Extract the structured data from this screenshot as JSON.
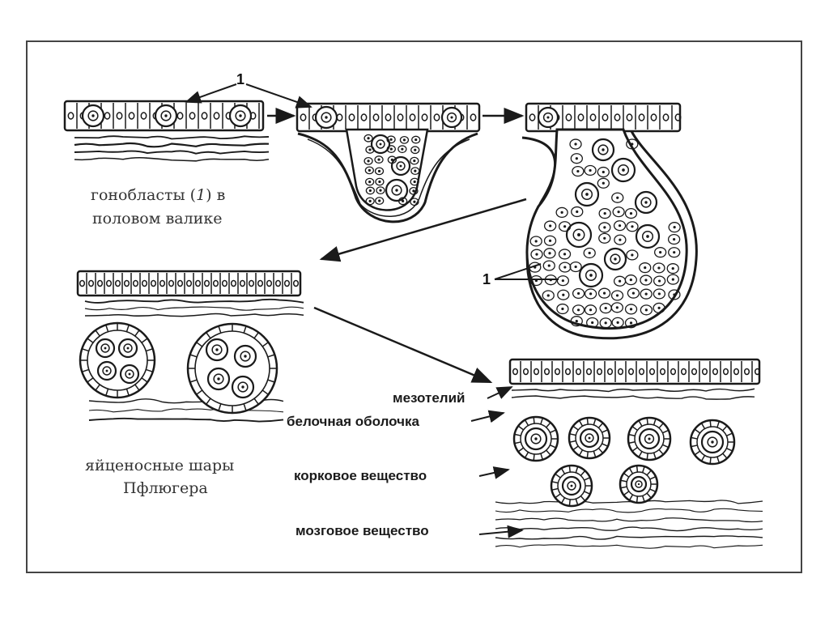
{
  "labels": {
    "marker_number": "1",
    "gonoblasts_line1_prefix": "гонобласты (",
    "gonoblasts_line1_italic": "1",
    "gonoblasts_line1_suffix": ") в",
    "gonoblasts_line2": "половом валике",
    "pfluger_line1": "яйценосные шары",
    "pfluger_line2": "Пфлюгера",
    "mesothelium": "мезотелий",
    "tunica_albuginea": "белочная оболочка",
    "cortex": "корковое вещество",
    "medulla": "мозговое вещество"
  },
  "colors": {
    "ink": "#1a1a1a",
    "paper": "#ffffff",
    "frame": "#444444"
  }
}
